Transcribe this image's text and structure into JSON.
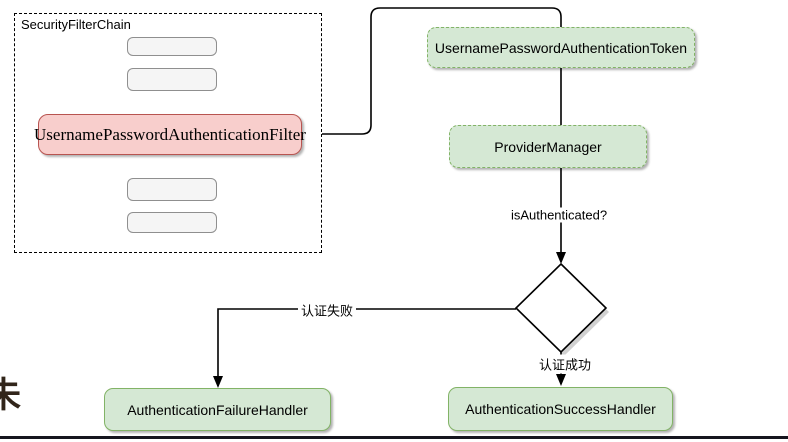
{
  "diagram": {
    "title_fragment": "未",
    "security_filter_chain": {
      "label": "SecurityFilterChain",
      "filter_node": "UsernamePasswordAuthenticationFilter",
      "placeholder_count": 4
    },
    "nodes": {
      "token": "UsernamePasswordAuthenticationToken",
      "provider_manager": "ProviderManager",
      "failure_handler": "AuthenticationFailureHandler",
      "success_handler": "AuthenticationSuccessHandler"
    },
    "edge_labels": {
      "is_authenticated": "isAuthenticated?",
      "auth_failure": "认证失败",
      "auth_success": "认证成功"
    },
    "colors": {
      "green_fill": "#d5e8d4",
      "green_border": "#82b366",
      "red_fill": "#f8cecc",
      "red_border": "#b85450",
      "gray_fill": "#f5f5f5",
      "gray_border": "#8f8f8f",
      "line": "#000000",
      "divider": "#15151e"
    }
  }
}
